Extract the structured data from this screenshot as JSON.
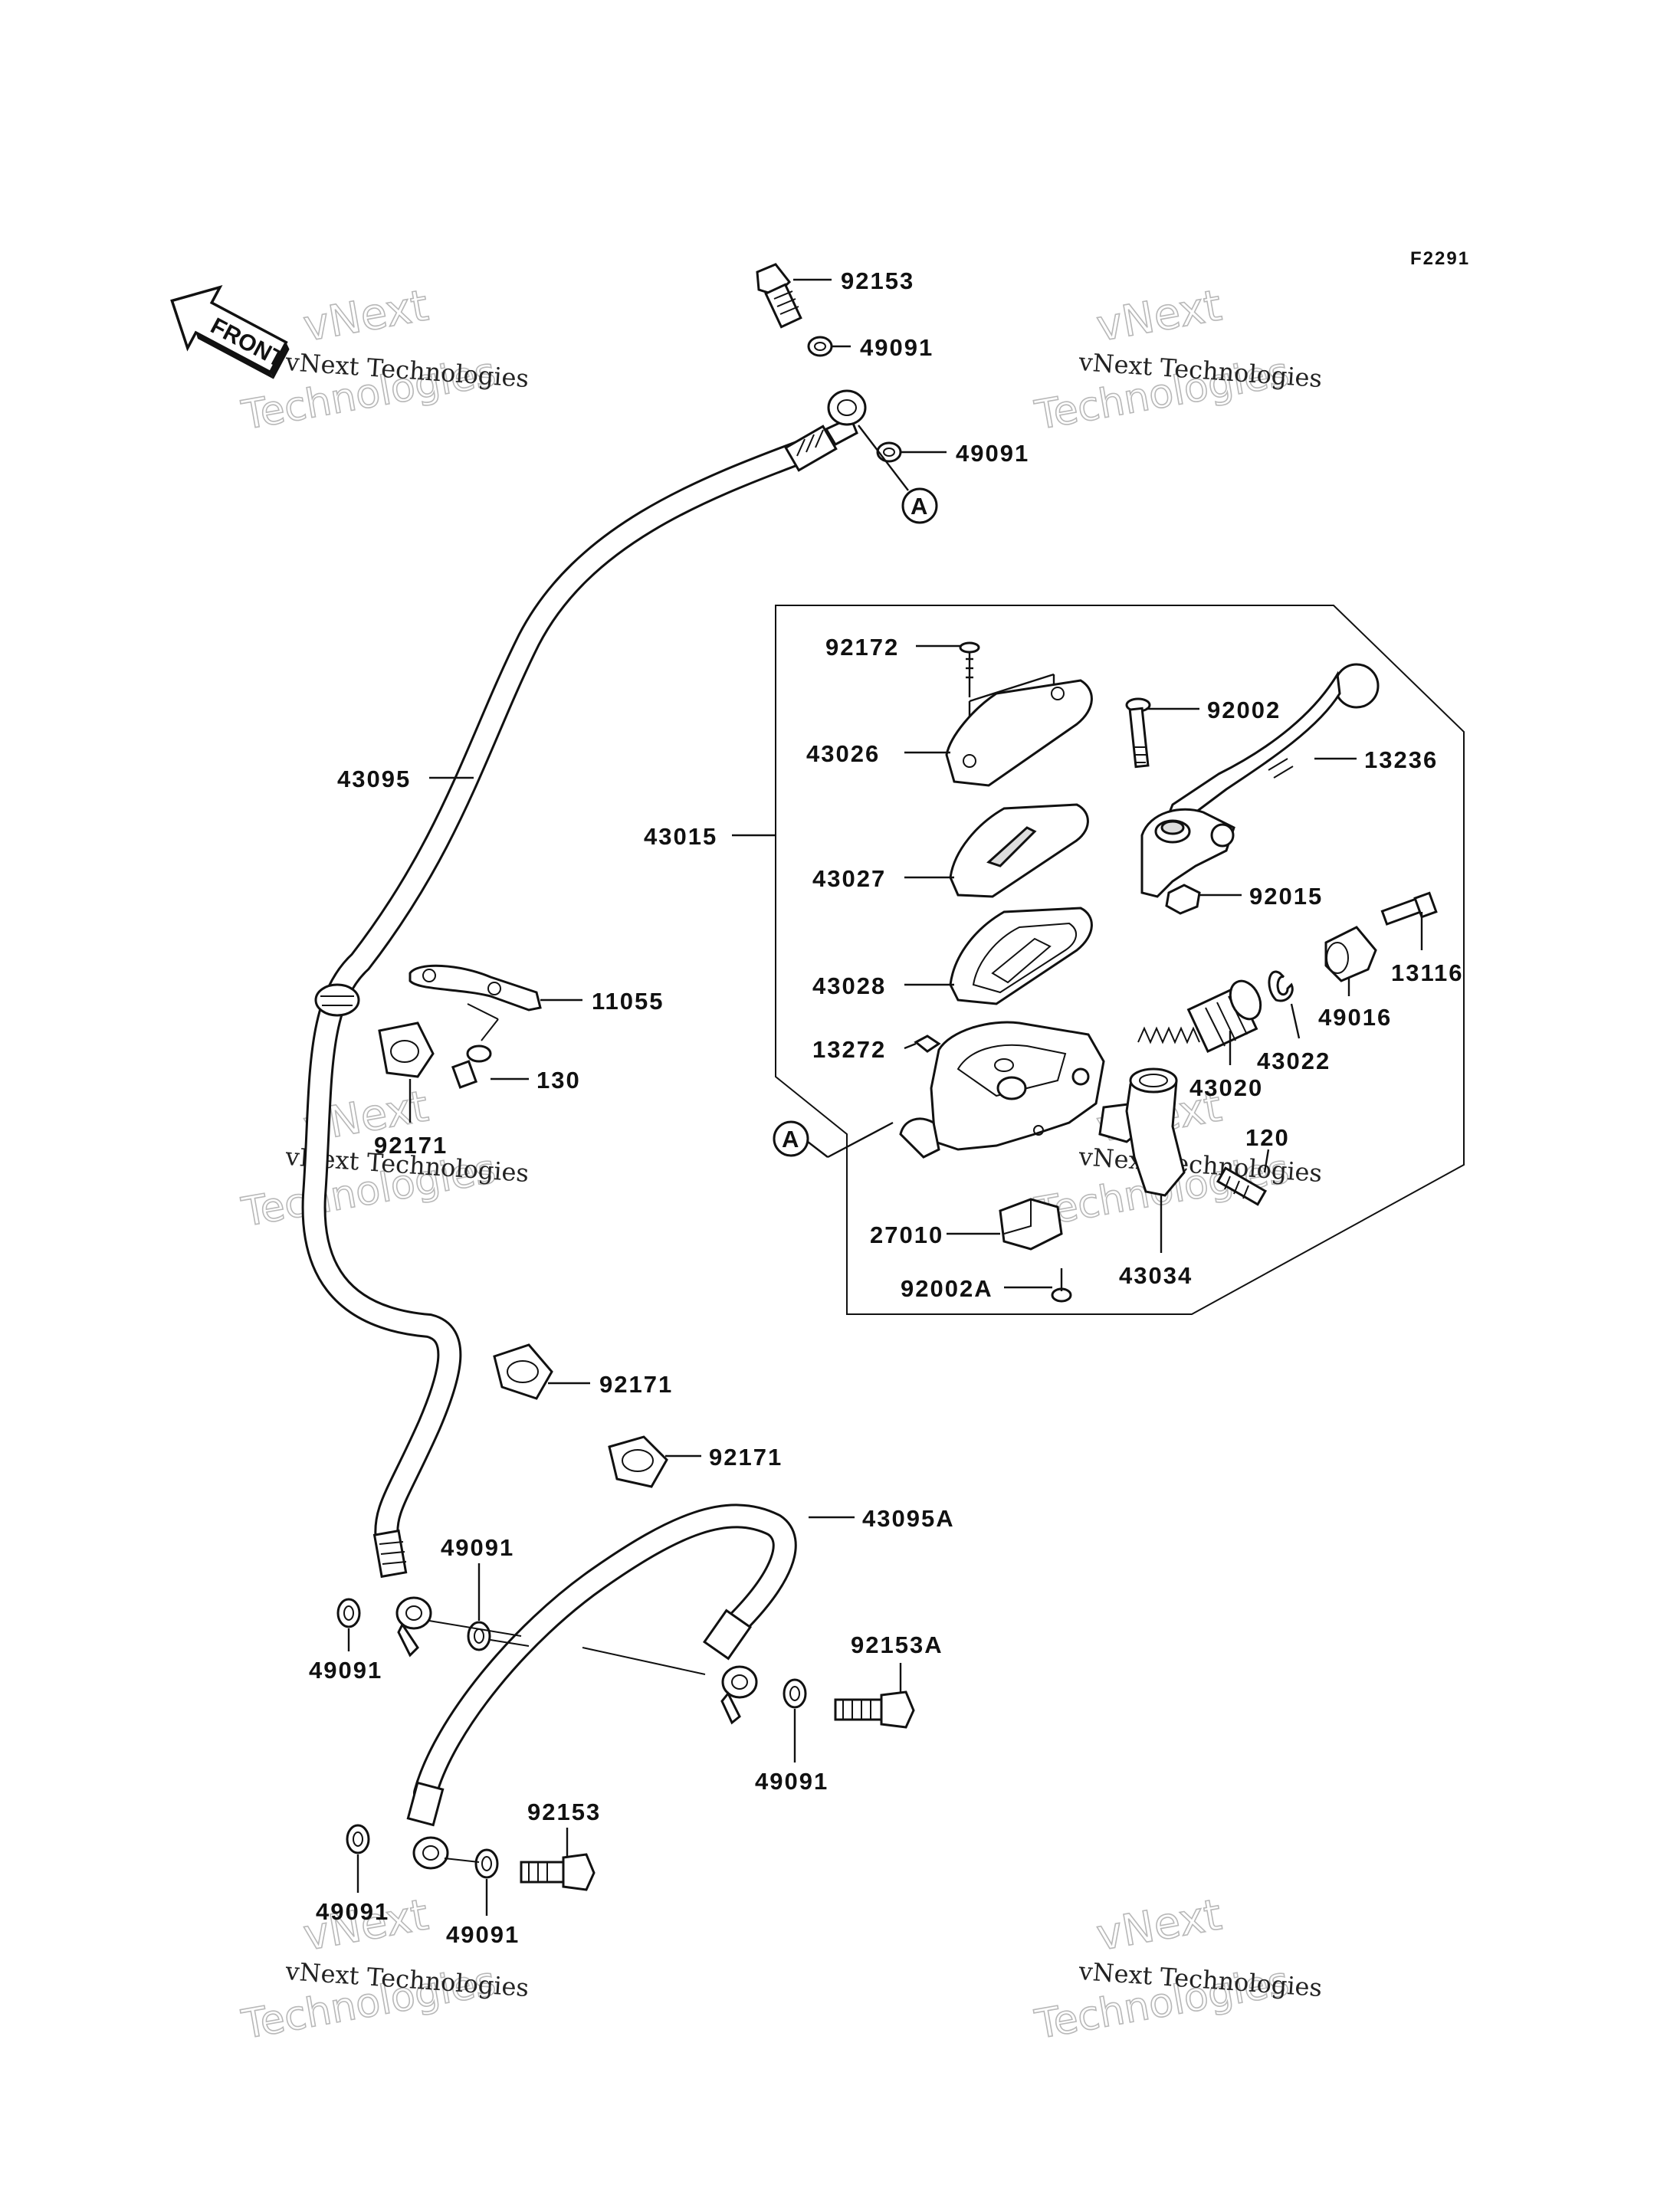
{
  "diagram_code": "F2291",
  "front_arrow_label": "FRONT",
  "watermark": {
    "brand": "vNext",
    "line1": "vNext Technologies",
    "line2": "Technologies"
  },
  "reference_marker": "A",
  "labels": {
    "p92153_top": "92153",
    "p49091_a": "49091",
    "p49091_b": "49091",
    "p43095": "43095",
    "p43015": "43015",
    "p92172": "92172",
    "p43026": "43026",
    "p43027": "43027",
    "p43028": "43028",
    "p13272": "13272",
    "p27010": "27010",
    "p92002A": "92002A",
    "p92002": "92002",
    "p13236": "13236",
    "p92015": "92015",
    "p13116": "13116",
    "p49016": "49016",
    "p43022": "43022",
    "p43020": "43020",
    "p120": "120",
    "p43034": "43034",
    "p11055": "11055",
    "p130": "130",
    "p92171_a": "92171",
    "p92171_b": "92171",
    "p92171_c": "92171",
    "p43095A": "43095A",
    "p49091_c": "49091",
    "p49091_d": "49091",
    "p92153A": "92153A",
    "p49091_e": "49091",
    "p92153_bottom": "92153",
    "p49091_f": "49091",
    "p49091_g": "49091"
  }
}
